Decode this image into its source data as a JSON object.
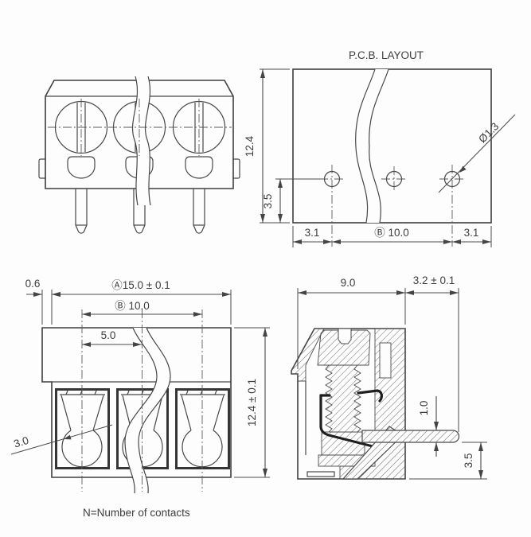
{
  "drawing": {
    "line_color": "#3f3f3f",
    "background": "#fdfdfd",
    "pcb_layout": {
      "title": "P.C.B. LAYOUT",
      "dim_height": "12.4",
      "dim_hole_to_edge": "3.5",
      "dim_left_margin": "3.1",
      "dim_contact_span": "Ⓑ 10.0",
      "dim_right_margin": "3.1",
      "dim_hole_diameter": "Ø1.3"
    },
    "front_view": {
      "dim_flange_offset": "0.6",
      "dim_total_width": "Ⓐ15.0 ± 0.1",
      "dim_contact_span": "Ⓑ 10.0",
      "dim_pitch": "5.0",
      "dim_height": "12.4 ± 0.1",
      "dim_wire_hole": "3.0"
    },
    "side_section": {
      "dim_body_depth": "9.0",
      "dim_pin_offset": "3.2 ± 0.1",
      "dim_pin_thickness": "1.0",
      "dim_pin_below": "3.5"
    },
    "note": "N=Number of contacts"
  }
}
